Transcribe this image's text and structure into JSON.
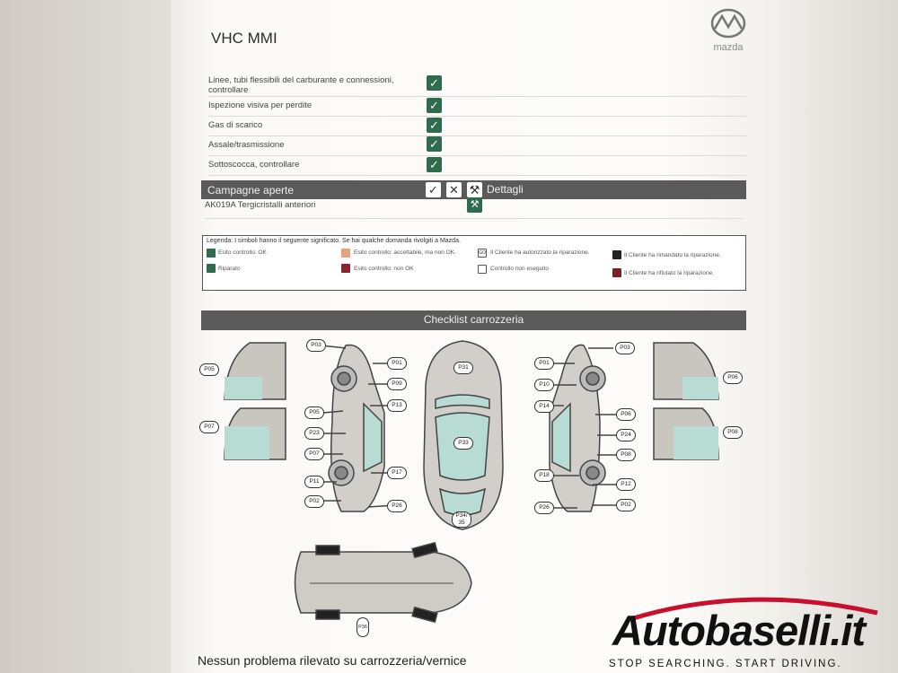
{
  "document": {
    "title": "VHC MMI",
    "logo_text": "mazda",
    "checks": [
      "Linee, tubi flessibili del carburante e connessioni, controllare",
      "Ispezione visiva per perdite",
      "Gas di scarico",
      "Assale/trasmissione",
      "Sottoscocca, controllare"
    ],
    "campaigns": {
      "header": "Campagne aperte",
      "details_label": "Dettagli",
      "item": "AK019A Tergicristalli anteriori"
    },
    "legend": {
      "title": "Legenda: I simboli hanno il seguente significato. Se hai qualche domanda rivolgiti a Mazda.",
      "ok": "Esito controllo: OK",
      "acceptable": "Esito controllo: accettabile, ma non OK.",
      "not_ok": "Esito controllo: non OK",
      "authorized": "Il Cliente ha autorizzato la riparazione.",
      "not_done": "Controllo non eseguito",
      "postponed": "Il Cliente ha rimandato la riparazione.",
      "refused": "Il Cliente ha rifiutato la riparazione.",
      "repaired": "Riparato",
      "go": "GO"
    },
    "bodywork": {
      "header": "Checklist carrozzeria",
      "tags": {
        "p03a": "P03",
        "p01a": "P01",
        "p09": "P09",
        "p13": "P13",
        "p05a": "P05",
        "p23": "P23",
        "p07a": "P07",
        "p17": "P17",
        "p11": "P11",
        "p02a": "P02",
        "p26a": "P26",
        "p05door": "P05",
        "p07door": "P07",
        "p31": "P31",
        "p33": "P33",
        "p34": "P34/ 35",
        "p03b": "P03",
        "p01b": "P01",
        "p10": "P10",
        "p14": "P14",
        "p06": "P06",
        "p24": "P24",
        "p08": "P08",
        "p18": "P18",
        "p12": "P12",
        "p02b": "P02",
        "p26b": "P26",
        "p06door": "P06",
        "p08door": "P08",
        "p36": "P36"
      },
      "footer": "Nessun problema rilevato su carrozzeria/vernice"
    },
    "watermark": {
      "name": "Autobaselli.it",
      "tagline": "STOP SEARCHING. START DRIVING.",
      "accent": "#c8102e"
    }
  }
}
